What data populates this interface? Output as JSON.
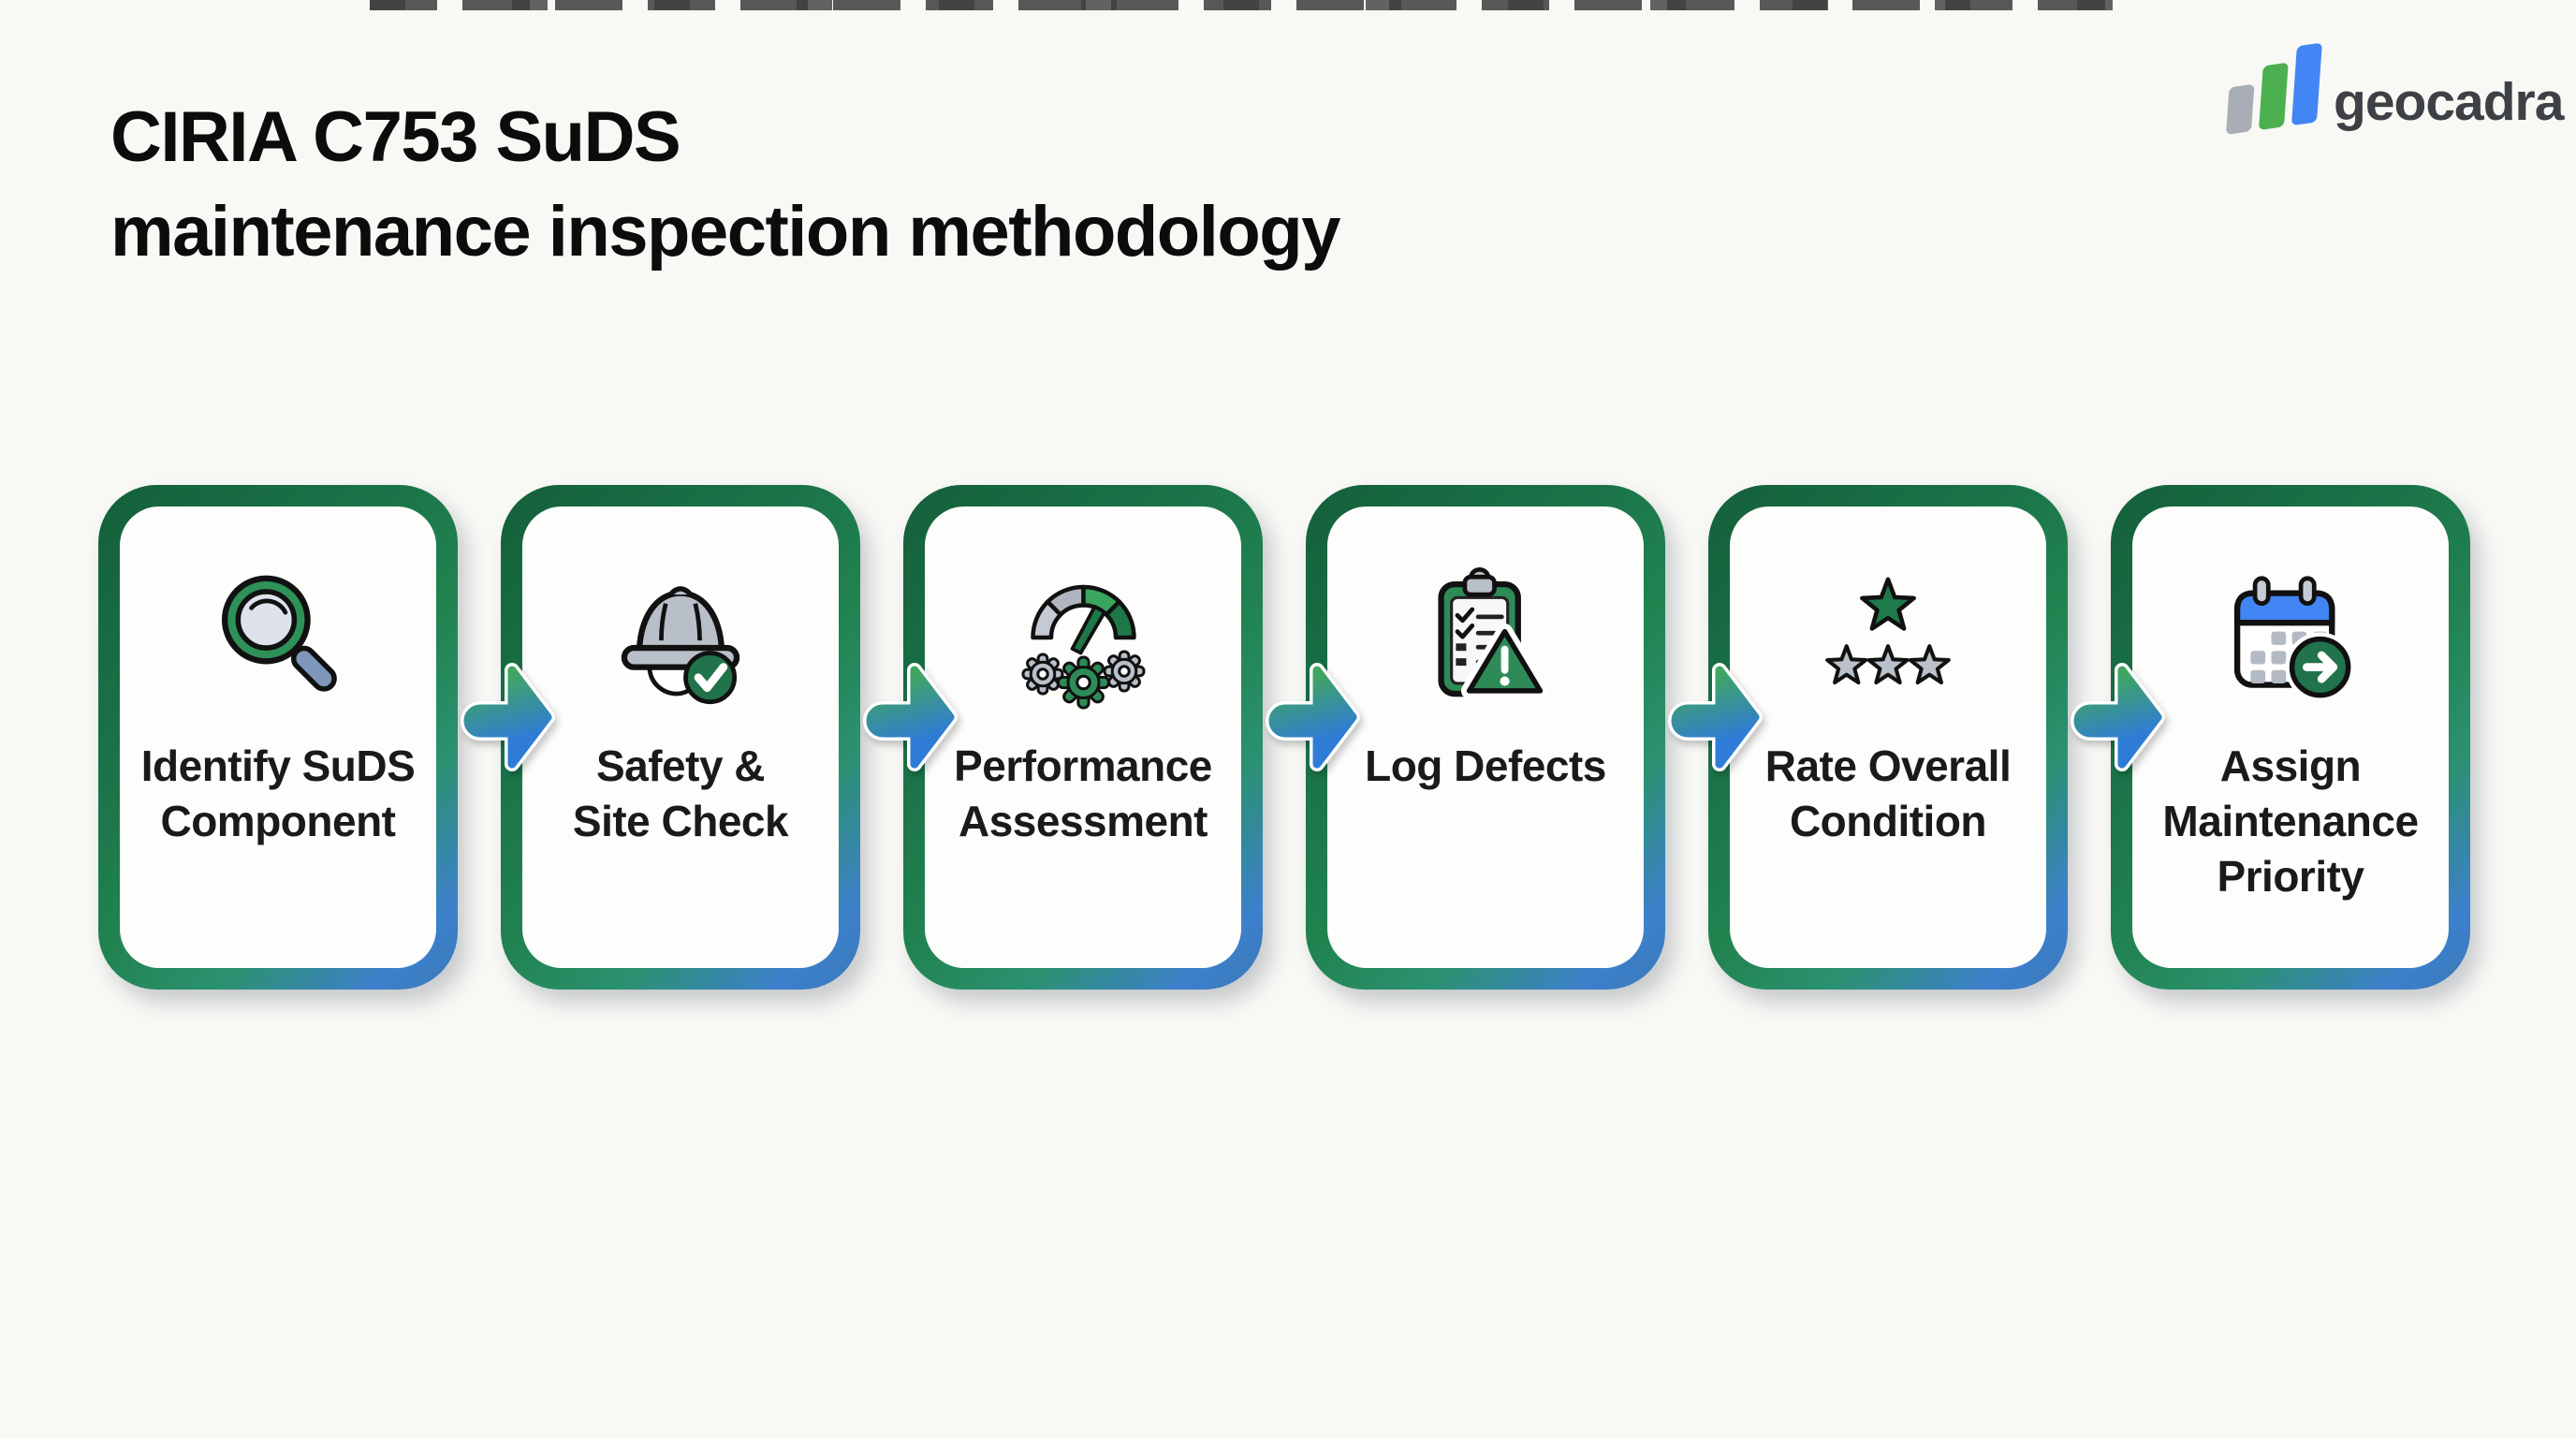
{
  "page": {
    "background": "#f8f8f5",
    "top_strip_color": "#282828"
  },
  "header": {
    "title_line1": "CIRIA C753 SuDS",
    "title_line2": "maintenance inspection methodology",
    "title_color": "#0c0c0c"
  },
  "logo": {
    "text": "geocadra",
    "text_color": "#3d4045",
    "bar_colors": {
      "gray": "#a8aeb6",
      "green": "#4caf50",
      "blue": "#4285f4"
    }
  },
  "flow": {
    "palette": {
      "border_green": "#1b7449",
      "border_blue": "#3a7ab8",
      "arrow_green": "#41a65e",
      "arrow_blue": "#2f7cd6",
      "icon_green_dark": "#20734a",
      "icon_green": "#2e8b57",
      "icon_green_bright": "#3aa55c",
      "icon_gray": "#b9c0ca",
      "icon_blue": "#4285f4",
      "icon_steel_blue": "#7e96ba",
      "card_background": "#fdfdfc"
    },
    "steps": [
      {
        "label": "Identify SuDS\nComponent",
        "icon": "magnifier-icon"
      },
      {
        "label": "Safety &\nSite Check",
        "icon": "hard-hat-check-icon"
      },
      {
        "label": "Performance\nAssessment",
        "icon": "gauge-gears-icon"
      },
      {
        "label": "Log Defects",
        "icon": "clipboard-warning-icon"
      },
      {
        "label": "Rate Overall\nCondition",
        "icon": "star-rating-icon"
      },
      {
        "label": "Assign\nMaintenance\nPriority",
        "icon": "calendar-arrow-icon"
      }
    ]
  }
}
